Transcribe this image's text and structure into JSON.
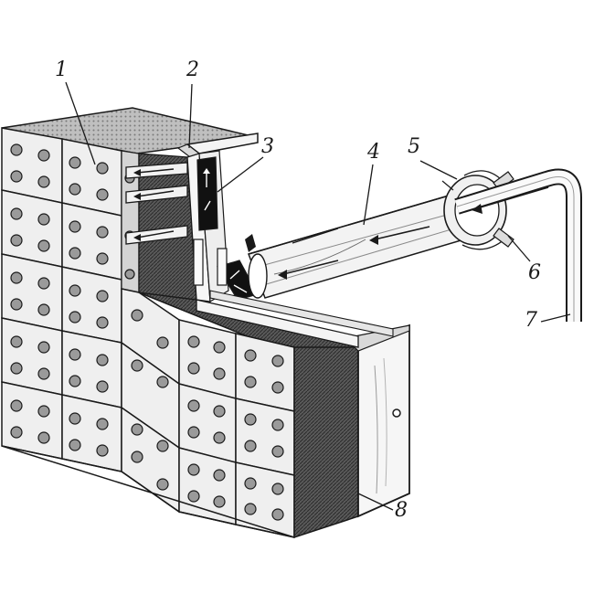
{
  "figure": {
    "callouts": [
      {
        "id": "1",
        "label": "1"
      },
      {
        "id": "2",
        "label": "2"
      },
      {
        "id": "3",
        "label": "3"
      },
      {
        "id": "4",
        "label": "4"
      },
      {
        "id": "5",
        "label": "5"
      },
      {
        "id": "6",
        "label": "6"
      },
      {
        "id": "7",
        "label": "7"
      },
      {
        "id": "8",
        "label": "8"
      }
    ],
    "colors": {
      "line": "#1a1a1a",
      "block_face": "#eeeeee",
      "block_side": "#bdbdbd",
      "hole": "#9a9a9a",
      "insulation": "#4a4a4a",
      "metal": "#f4f4f4"
    }
  }
}
